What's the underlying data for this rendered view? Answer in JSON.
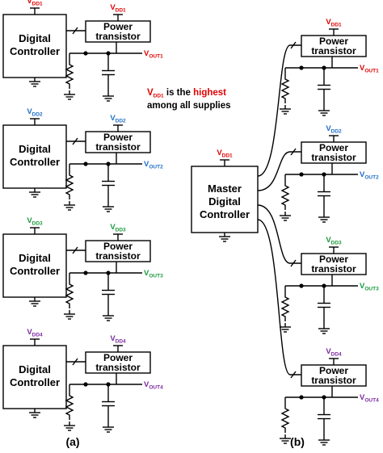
{
  "colors": {
    "vdd1": "#e00000",
    "vdd2": "#1e6fc8",
    "vdd3": "#1a9a3c",
    "vdd4": "#7a2aa0",
    "wire": "#000000"
  },
  "panel_a": {
    "label": "(a)",
    "rows": [
      {
        "controller": [
          "Digital",
          "Controller"
        ],
        "power": [
          "Power",
          "transistor"
        ],
        "supply": {
          "main": "V",
          "sub": "DD1"
        },
        "output": {
          "main": "V",
          "sub": "OUT1"
        },
        "color_key": "vdd1"
      },
      {
        "controller": [
          "Digital",
          "Controller"
        ],
        "power": [
          "Power",
          "transistor"
        ],
        "supply": {
          "main": "V",
          "sub": "DD2"
        },
        "output": {
          "main": "V",
          "sub": "OUT2"
        },
        "color_key": "vdd2"
      },
      {
        "controller": [
          "Digital",
          "Controller"
        ],
        "power": [
          "Power",
          "transistor"
        ],
        "supply": {
          "main": "V",
          "sub": "DD3"
        },
        "output": {
          "main": "V",
          "sub": "OUT3"
        },
        "color_key": "vdd3"
      },
      {
        "controller": [
          "Digital",
          "Controller"
        ],
        "power": [
          "Power",
          "transistor"
        ],
        "supply": {
          "main": "V",
          "sub": "DD4"
        },
        "output": {
          "main": "V",
          "sub": "OUT4"
        },
        "color_key": "vdd4"
      }
    ]
  },
  "panel_b": {
    "label": "(b)",
    "note": {
      "v": "V",
      "sub": "DD1",
      "mid": " is the ",
      "emph": "highest",
      "line2": "among all supplies"
    },
    "master": {
      "lines": [
        "Master",
        "Digital",
        "Controller"
      ],
      "supply": {
        "main": "V",
        "sub": "DD1"
      }
    },
    "rows": [
      {
        "power": [
          "Power",
          "transistor"
        ],
        "supply": {
          "main": "V",
          "sub": "DD1"
        },
        "output": {
          "main": "V",
          "sub": "OUT1"
        },
        "color_key": "vdd1"
      },
      {
        "power": [
          "Power",
          "transistor"
        ],
        "supply": {
          "main": "V",
          "sub": "DD2"
        },
        "output": {
          "main": "V",
          "sub": "OUT2"
        },
        "color_key": "vdd2"
      },
      {
        "power": [
          "Power",
          "transistor"
        ],
        "supply": {
          "main": "V",
          "sub": "DD3"
        },
        "output": {
          "main": "V",
          "sub": "OUT3"
        },
        "color_key": "vdd3"
      },
      {
        "power": [
          "Power",
          "transistor"
        ],
        "supply": {
          "main": "V",
          "sub": "DD4"
        },
        "output": {
          "main": "V",
          "sub": "OUT4"
        },
        "color_key": "vdd4"
      }
    ]
  }
}
